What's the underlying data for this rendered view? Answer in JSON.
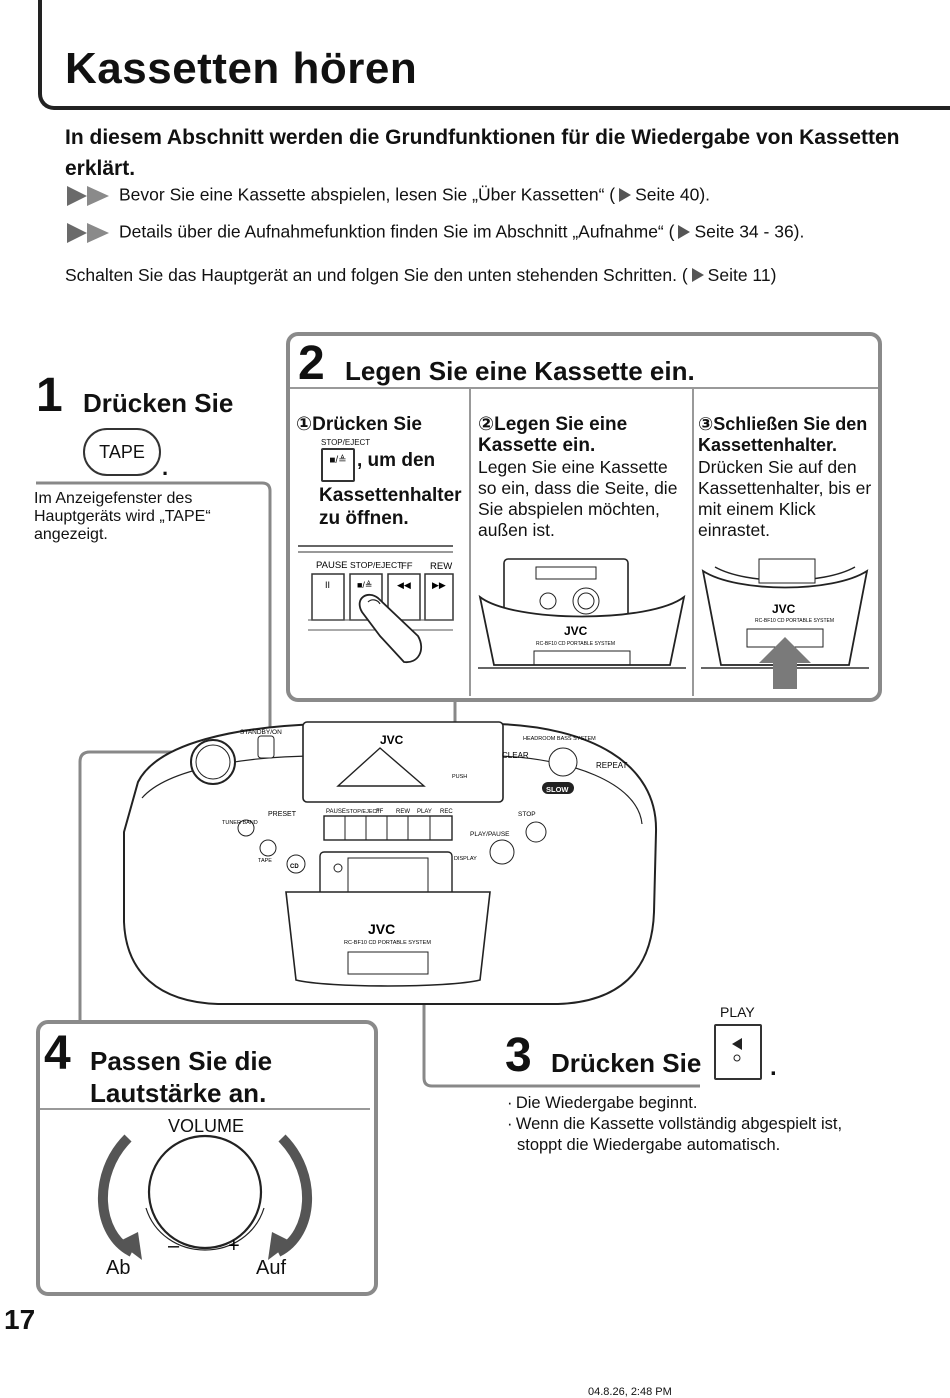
{
  "header": {
    "title": "Kassetten hören"
  },
  "intro": {
    "bold": "In diesem Abschnitt werden die Grundfunktionen für die Wiedergabe von Kassetten erklärt.",
    "note1_prefix": "Bevor Sie eine Kassette abspielen, lesen Sie „Über Kassetten“ (",
    "note1_ref": "Seite 40).",
    "note2_prefix": "Details über die Aufnahmefunktion finden Sie im Abschnitt „Aufnahme“ (",
    "note2_ref": "Seite 34 - 36).",
    "line_prefix": "Schalten Sie das Hauptgerät an und folgen Sie den unten stehenden Schritten. (",
    "line_ref": "Seite 11)"
  },
  "step1": {
    "num": "1",
    "head": "Drücken Sie",
    "key": "TAPE",
    "period": ".",
    "desc": "Im Anzeigefenster des Hauptgeräts wird „TAPE“ angezeigt."
  },
  "step2": {
    "num": "2",
    "head": "Legen Sie eine Kassette ein.",
    "sub1": {
      "marker": "①",
      "head": "Drücken Sie",
      "key_label": "STOP/EJECT",
      "key_symbol": "■/≜",
      "head2": ", um den",
      "head3": "Kassettenhalter zu öffnen."
    },
    "sub2": {
      "marker": "②",
      "head": "Legen Sie eine Kassette ein.",
      "text": "Legen Sie eine Kassette so ein, dass die Seite, die Sie abspielen möchten, außen ist."
    },
    "sub3": {
      "marker": "③",
      "head": "Schließen Sie den Kassettenhalter.",
      "text": "Drücken Sie auf den Kassettenhalter, bis er mit einem Klick einrastet."
    },
    "panel_labels": [
      "PAUSE",
      "STOP/EJECT",
      "FF",
      "REW"
    ],
    "panel_symbols": [
      "II",
      "■/≜",
      "◀◀",
      "▶▶"
    ],
    "cassette_brand": "JVC",
    "cassette_model": "RC-BF10 CD PORTABLE SYSTEM"
  },
  "device": {
    "brand": "JVC",
    "model": "RC-BF10 CD PORTABLE SYSTEM",
    "labels": {
      "standby": "STANDBY/ON",
      "deck": [
        "PAUSE",
        "STOP/EJECT",
        "FF",
        "REW",
        "PLAY",
        "REC"
      ],
      "preset": "PRESET",
      "tuner": "TUNER BAND",
      "tape": "TAPE",
      "cd": "CD",
      "clear": "CLEAR",
      "repeat": "REPEAT",
      "slow": "SLOW",
      "playpause": "PLAY/PAUSE",
      "stop": "STOP",
      "display": "DISPLAY",
      "push": "PUSH",
      "bass": "HEADROOM BASS SYSTEM"
    }
  },
  "step3": {
    "num": "3",
    "head": "Drücken Sie",
    "key_label": "PLAY",
    "period": ".",
    "bullets": [
      "Die Wiedergabe beginnt.",
      "Wenn die Kassette vollständig abgespielt ist, stoppt die Wiedergabe automatisch."
    ]
  },
  "step4": {
    "num": "4",
    "head1": "Passen Sie die",
    "head2": "Lautstärke an.",
    "knob_label": "VOLUME",
    "minus": "–",
    "plus": "+",
    "down": "Ab",
    "up": "Auf"
  },
  "footer": {
    "page_number": "17",
    "timestamp": "04.8.26, 2:48 PM"
  }
}
